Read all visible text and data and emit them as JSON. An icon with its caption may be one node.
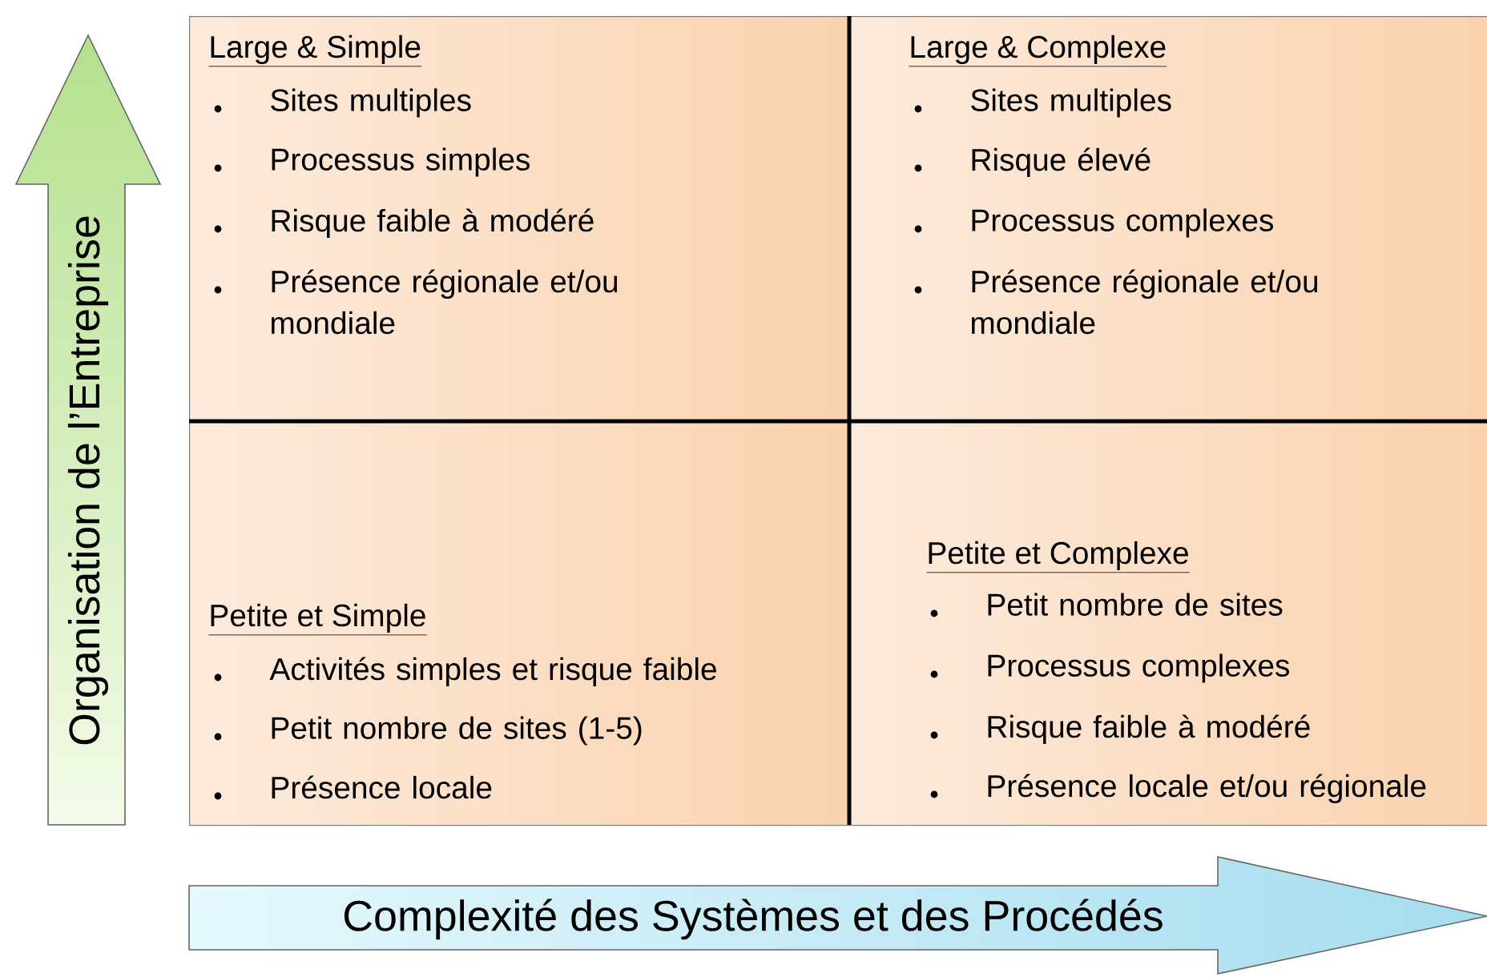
{
  "diagram": {
    "nodes": [
      {
        "text": [
          "Organisation de l’Entreprise"
        ]
      },
      {
        "text": [
          "Large & Simple",
          "Sites multiples",
          "Processus simples",
          "Risque faible à modéré",
          "Présence régionale et/ou mondiale"
        ]
      },
      {
        "text": [
          "Large & Complexe",
          "Sites multiples",
          "Risque élevé",
          "Processus complexes",
          "Présence régionale et/ou mondiale"
        ]
      },
      {
        "text": [
          "Petite et Simple",
          "Activités simples et risque faible",
          "Petit nombre de sites (1-5)",
          "Présence locale"
        ]
      },
      {
        "text": [
          "Petite et Complexe",
          "Petit nombre de sites",
          "Processus complexes",
          "Risque faible à modéré",
          "Présence locale et/ou régionale"
        ]
      },
      {
        "text": [
          "Complexité des Systèmes et des Procédés"
        ]
      }
    ]
  }
}
